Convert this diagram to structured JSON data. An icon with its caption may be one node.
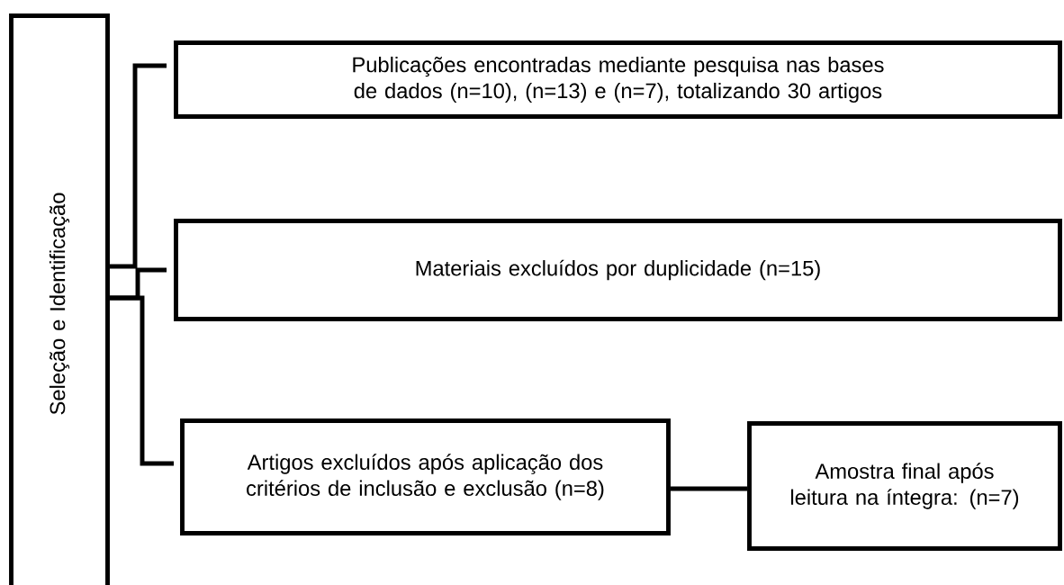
{
  "diagram": {
    "nodes": [
      {
        "text": [
          "Seleção e Identificação"
        ]
      },
      {
        "text": [
          "Publicações encontradas mediante pesquisa nas bases de dados (n=10), (n=13) e (n=7), totalizando 30 artigos"
        ]
      },
      {
        "text": [
          "Materiais excluídos por duplicidade (n=15)"
        ]
      },
      {
        "text": [
          "Artigos excluídos após aplicação dos critérios de inclusão e exclusão (n=8)"
        ]
      },
      {
        "text": [
          "Amostra final após leitura na íntegra: (n=7)"
        ]
      }
    ],
    "edges": [
      {
        "from": 0,
        "to": 1,
        "arrow": "none"
      },
      {
        "from": 0,
        "to": 2,
        "arrow": "none"
      },
      {
        "from": 0,
        "to": 3,
        "arrow": "none"
      },
      {
        "from": 3,
        "to": 4,
        "arrow": "none"
      }
    ]
  }
}
